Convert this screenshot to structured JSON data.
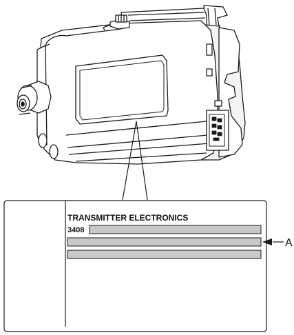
{
  "label_panel": {
    "title": "TRANSMITTER ELECTRONICS",
    "model_number": "3408"
  },
  "callout": {
    "letter": "A"
  },
  "colors": {
    "line": "#1a1a1a",
    "label_field_fill": "#c8c8c8",
    "background": "#ffffff"
  }
}
